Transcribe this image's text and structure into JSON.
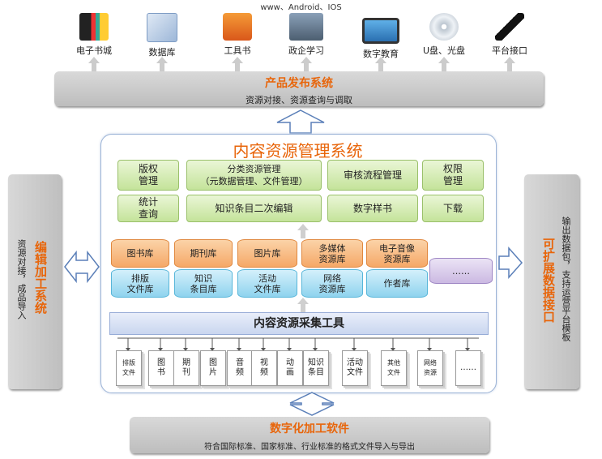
{
  "top_platforms": "www、Android、IOS",
  "channels": [
    {
      "label": "电子书城",
      "icon": "ebook-icon"
    },
    {
      "label": "数据库",
      "icon": "database-icon"
    },
    {
      "label": "工具书",
      "icon": "reference-book-icon"
    },
    {
      "label": "政企学习",
      "icon": "meeting-icon"
    },
    {
      "label": "数字教育",
      "icon": "tablet-icon"
    },
    {
      "label": "U盘、光盘",
      "icon": "disc-icon"
    },
    {
      "label": "平台接口",
      "icon": "usb-cable-icon"
    }
  ],
  "publish": {
    "title": "产品发布系统",
    "subtitle": "资源对接、资源查询与调取"
  },
  "cms": {
    "title": "内容资源管理系统",
    "modules_row1": [
      "版权\n管理",
      "分类资源管理\n（元数据管理、文件管理）",
      "审核流程管理",
      "权限\n管理"
    ],
    "modules_row2": [
      "统计\n查询",
      "知识条目二次编辑",
      "数字样书",
      "下载"
    ],
    "db_row1": [
      "图书库",
      "期刊库",
      "图片库",
      "多媒体\n资源库",
      "电子音像\n资源库"
    ],
    "db_row2": [
      "排版\n文件库",
      "知识\n条目库",
      "活动\n文件库",
      "网络\n资源库",
      "作者库"
    ],
    "db_more": "……"
  },
  "collect_tool": "内容资源采集工具",
  "source_files": [
    "排版\n文件",
    "图\n书",
    "期\n刊",
    "图\n片",
    "音\n频",
    "视\n频",
    "动\n画",
    "知识\n条目",
    "活动\n文件",
    "其他\n文件",
    "网络\n资源",
    "……"
  ],
  "left_system": {
    "title": "编辑加工系统",
    "subtitle": "资源对接，成品导入"
  },
  "right_system": {
    "title": "可扩展数据接口",
    "subtitle": "输出数据包，支持运营平台模板"
  },
  "bottom": {
    "title": "数字化加工软件",
    "subtitle": "符合国际标准、国家标准、行业标准的格式文件导入与导出"
  },
  "colors": {
    "accent": "#e8650a",
    "green": "#c4e39a",
    "orange_db": "#f5a867",
    "blue_db": "#8fd3ee",
    "purple_db": "#cbb9e2"
  }
}
